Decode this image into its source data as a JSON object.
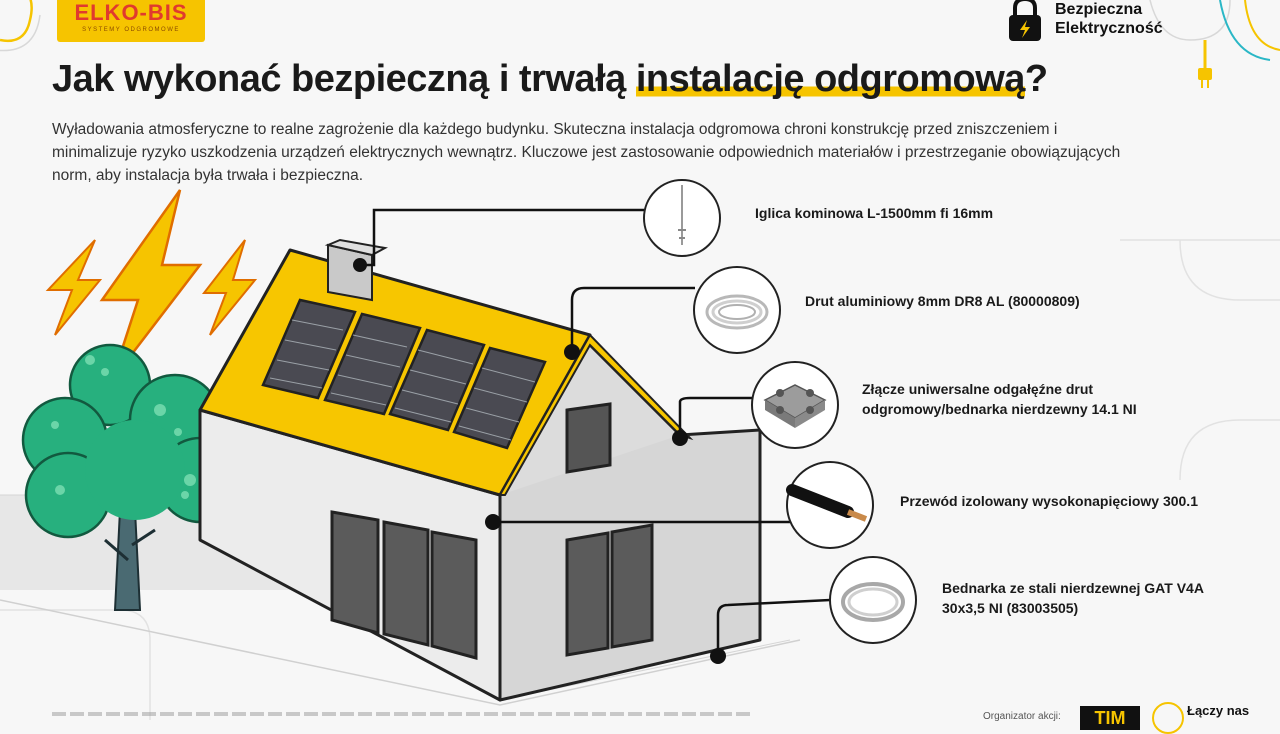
{
  "header": {
    "elko_brand": "ELKO-BIS",
    "elko_sub": "SYSTEMY ODGROMOWE",
    "badge_line1": "Bezpieczna",
    "badge_line2": "Elektryczność"
  },
  "title": {
    "part1": "Jak wykonać bezpieczną i trwałą ",
    "highlight": "instalację odgromową",
    "part2": "?"
  },
  "intro": "Wyładowania atmosferyczne to realne zagrożenie dla każdego budynku. Skuteczna instalacja odgromowa chroni konstrukcję przed zniszczeniem i minimalizuje ryzyko uszkodzenia urządzeń elektrycznych wewnątrz. Kluczowe jest zastosowanie odpowiednich materiałów i przestrzeganie obowiązujących norm, aby instalacja była trwała i bezpieczna.",
  "products": [
    {
      "label": "Iglica kominowa L-1500mm fi 16mm"
    },
    {
      "label": "Drut aluminiowy 8mm DR8 AL (80000809)"
    },
    {
      "label": "Złącze uniwersalne odgałęźne drut odgromowy/bednarka nierdzewny 14.1 NI"
    },
    {
      "label": "Przewód izolowany wysokonapięciowy 300.1"
    },
    {
      "label": "Bednarka ze stali nierdzewnej GAT V4A 30x3,5 NI (83003505)"
    }
  ],
  "footer": {
    "organizer": "Organizator akcji:",
    "tim": "TIM",
    "lacz": "Łączy nas"
  },
  "colors": {
    "accent": "#f6c400",
    "roof": "#f7c600",
    "wall": "#ececec",
    "tree": "#27b07e",
    "cable": "#111111"
  }
}
